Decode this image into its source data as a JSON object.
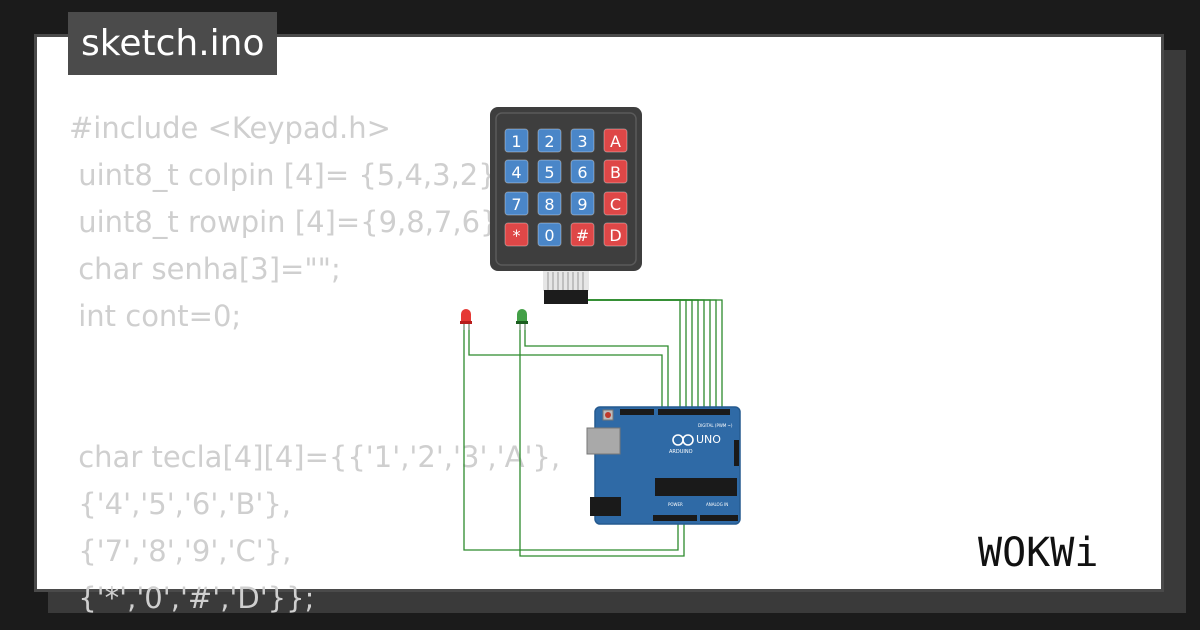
{
  "header": {
    "file_name": "sketch.ino"
  },
  "code_lines": [
    "#include <Keypad.h>",
    " uint8_t colpin [4]= {5,4,3,2};",
    " uint8_t rowpin [4]={9,8,7,6};",
    " char senha[3]=\"\";",
    " int cont=0;",
    "",
    "",
    " char tecla[4][4]={{'1','2','3','A'},",
    " {'4','5','6','B'},",
    " {'7','8','9','C'},",
    " {'*','0','#','D'}};"
  ],
  "keypad": {
    "keys": [
      "1",
      "2",
      "3",
      "A",
      "4",
      "5",
      "6",
      "B",
      "7",
      "8",
      "9",
      "C",
      "*",
      "0",
      "#",
      "D"
    ],
    "colors": {
      "digit": "#4a86c8",
      "letter": "#de4747",
      "body": "#3e3e3e",
      "wire": "#2c8a2c"
    }
  },
  "arduino": {
    "model": "UNO",
    "brand": "ARDUINO",
    "label_digital": "DIGITAL (PWM ~)",
    "label_power": "POWER",
    "label_analog": "ANALOG IN",
    "color": "#2f6aa6"
  },
  "leds": [
    {
      "color": "#e53935"
    },
    {
      "color": "#43a047"
    }
  ],
  "brand": {
    "logo_text": "WOKWi"
  }
}
